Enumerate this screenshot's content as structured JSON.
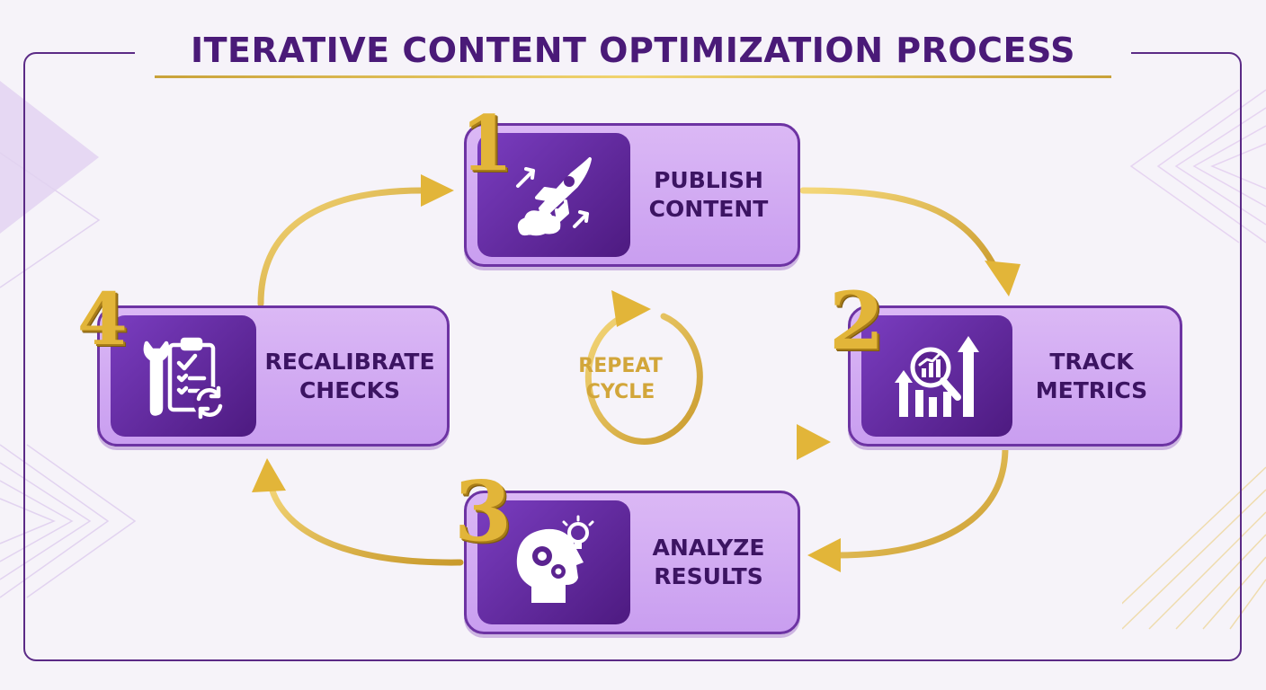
{
  "title": "ITERATIVE CONTENT OPTIMIZATION PROCESS",
  "colors": {
    "primary_purple": "#4a1a78",
    "card_fill": "#d4adf3",
    "icon_box": "#5b2390",
    "gold": "#e2b539",
    "background": "#f6f3f9"
  },
  "steps": [
    {
      "number": "1",
      "line1": "PUBLISH",
      "line2": "CONTENT",
      "icon": "rocket-icon"
    },
    {
      "number": "2",
      "line1": "TRACK",
      "line2": "METRICS",
      "icon": "growth-chart-magnifier-icon"
    },
    {
      "number": "3",
      "line1": "ANALYZE",
      "line2": "RESULTS",
      "icon": "head-gears-lightbulb-icon"
    },
    {
      "number": "4",
      "line1": "RECALIBRATE",
      "line2": "CHECKS",
      "icon": "wrench-clipboard-icon"
    }
  ],
  "center": {
    "line1": "REPEAT",
    "line2": "CYCLE",
    "icon": "circular-arrow-icon"
  }
}
